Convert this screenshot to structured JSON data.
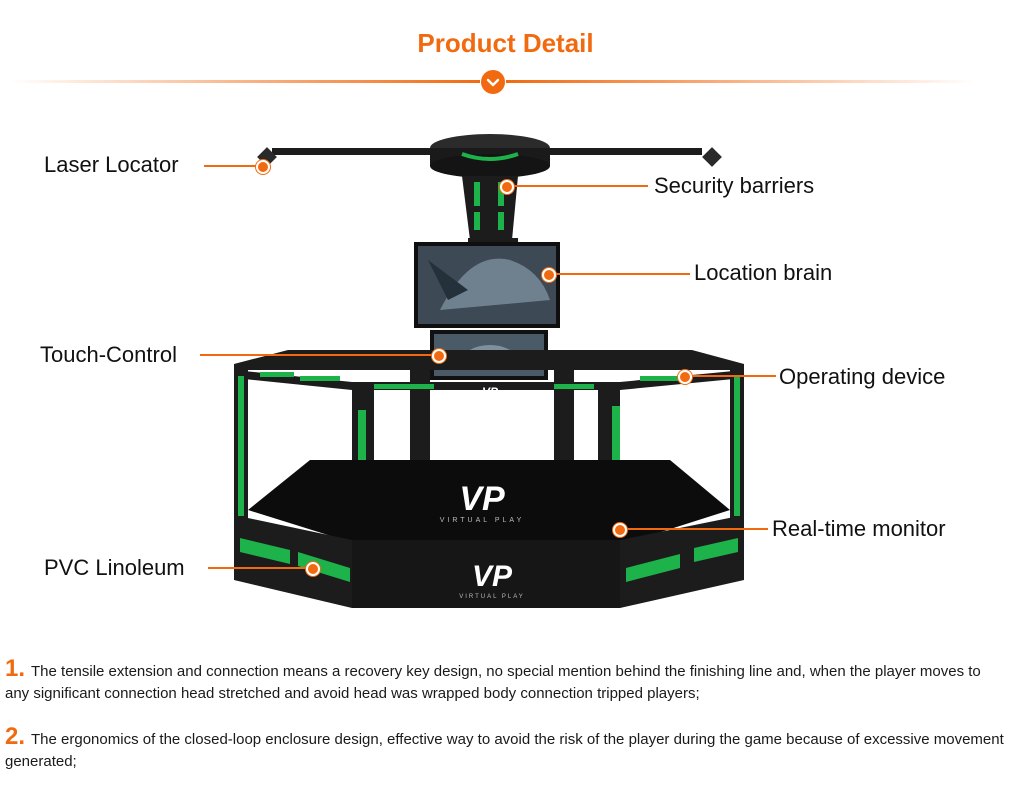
{
  "header": {
    "title": "Product Detail"
  },
  "callouts": {
    "laser_locator": "Laser Locator",
    "security_barriers": "Security barriers",
    "location_brain": "Location brain",
    "touch_control": "Touch-Control",
    "operating_device": "Operating device",
    "realtime_monitor": "Real-time monitor",
    "pvc_linoleum": "PVC Linoleum"
  },
  "branding": {
    "logo": "VP",
    "tagline": "VIRTUAL PLAY"
  },
  "features": [
    {
      "number": "1.",
      "text": "The tensile extension and connection means a recovery key design, no special mention behind the finishing line and, when the player moves to any significant connection head stretched and avoid head was wrapped body connection tripped players;"
    },
    {
      "number": "2.",
      "text": "The ergonomics of the closed-loop enclosure design, effective way to avoid the risk of the player during the game because of excessive movement generated;"
    }
  ],
  "colors": {
    "accent": "#f26a10",
    "frame": "#1c1c1c",
    "led": "#1db34a"
  },
  "icons": {
    "section_badge": "chevron-down-icon"
  }
}
